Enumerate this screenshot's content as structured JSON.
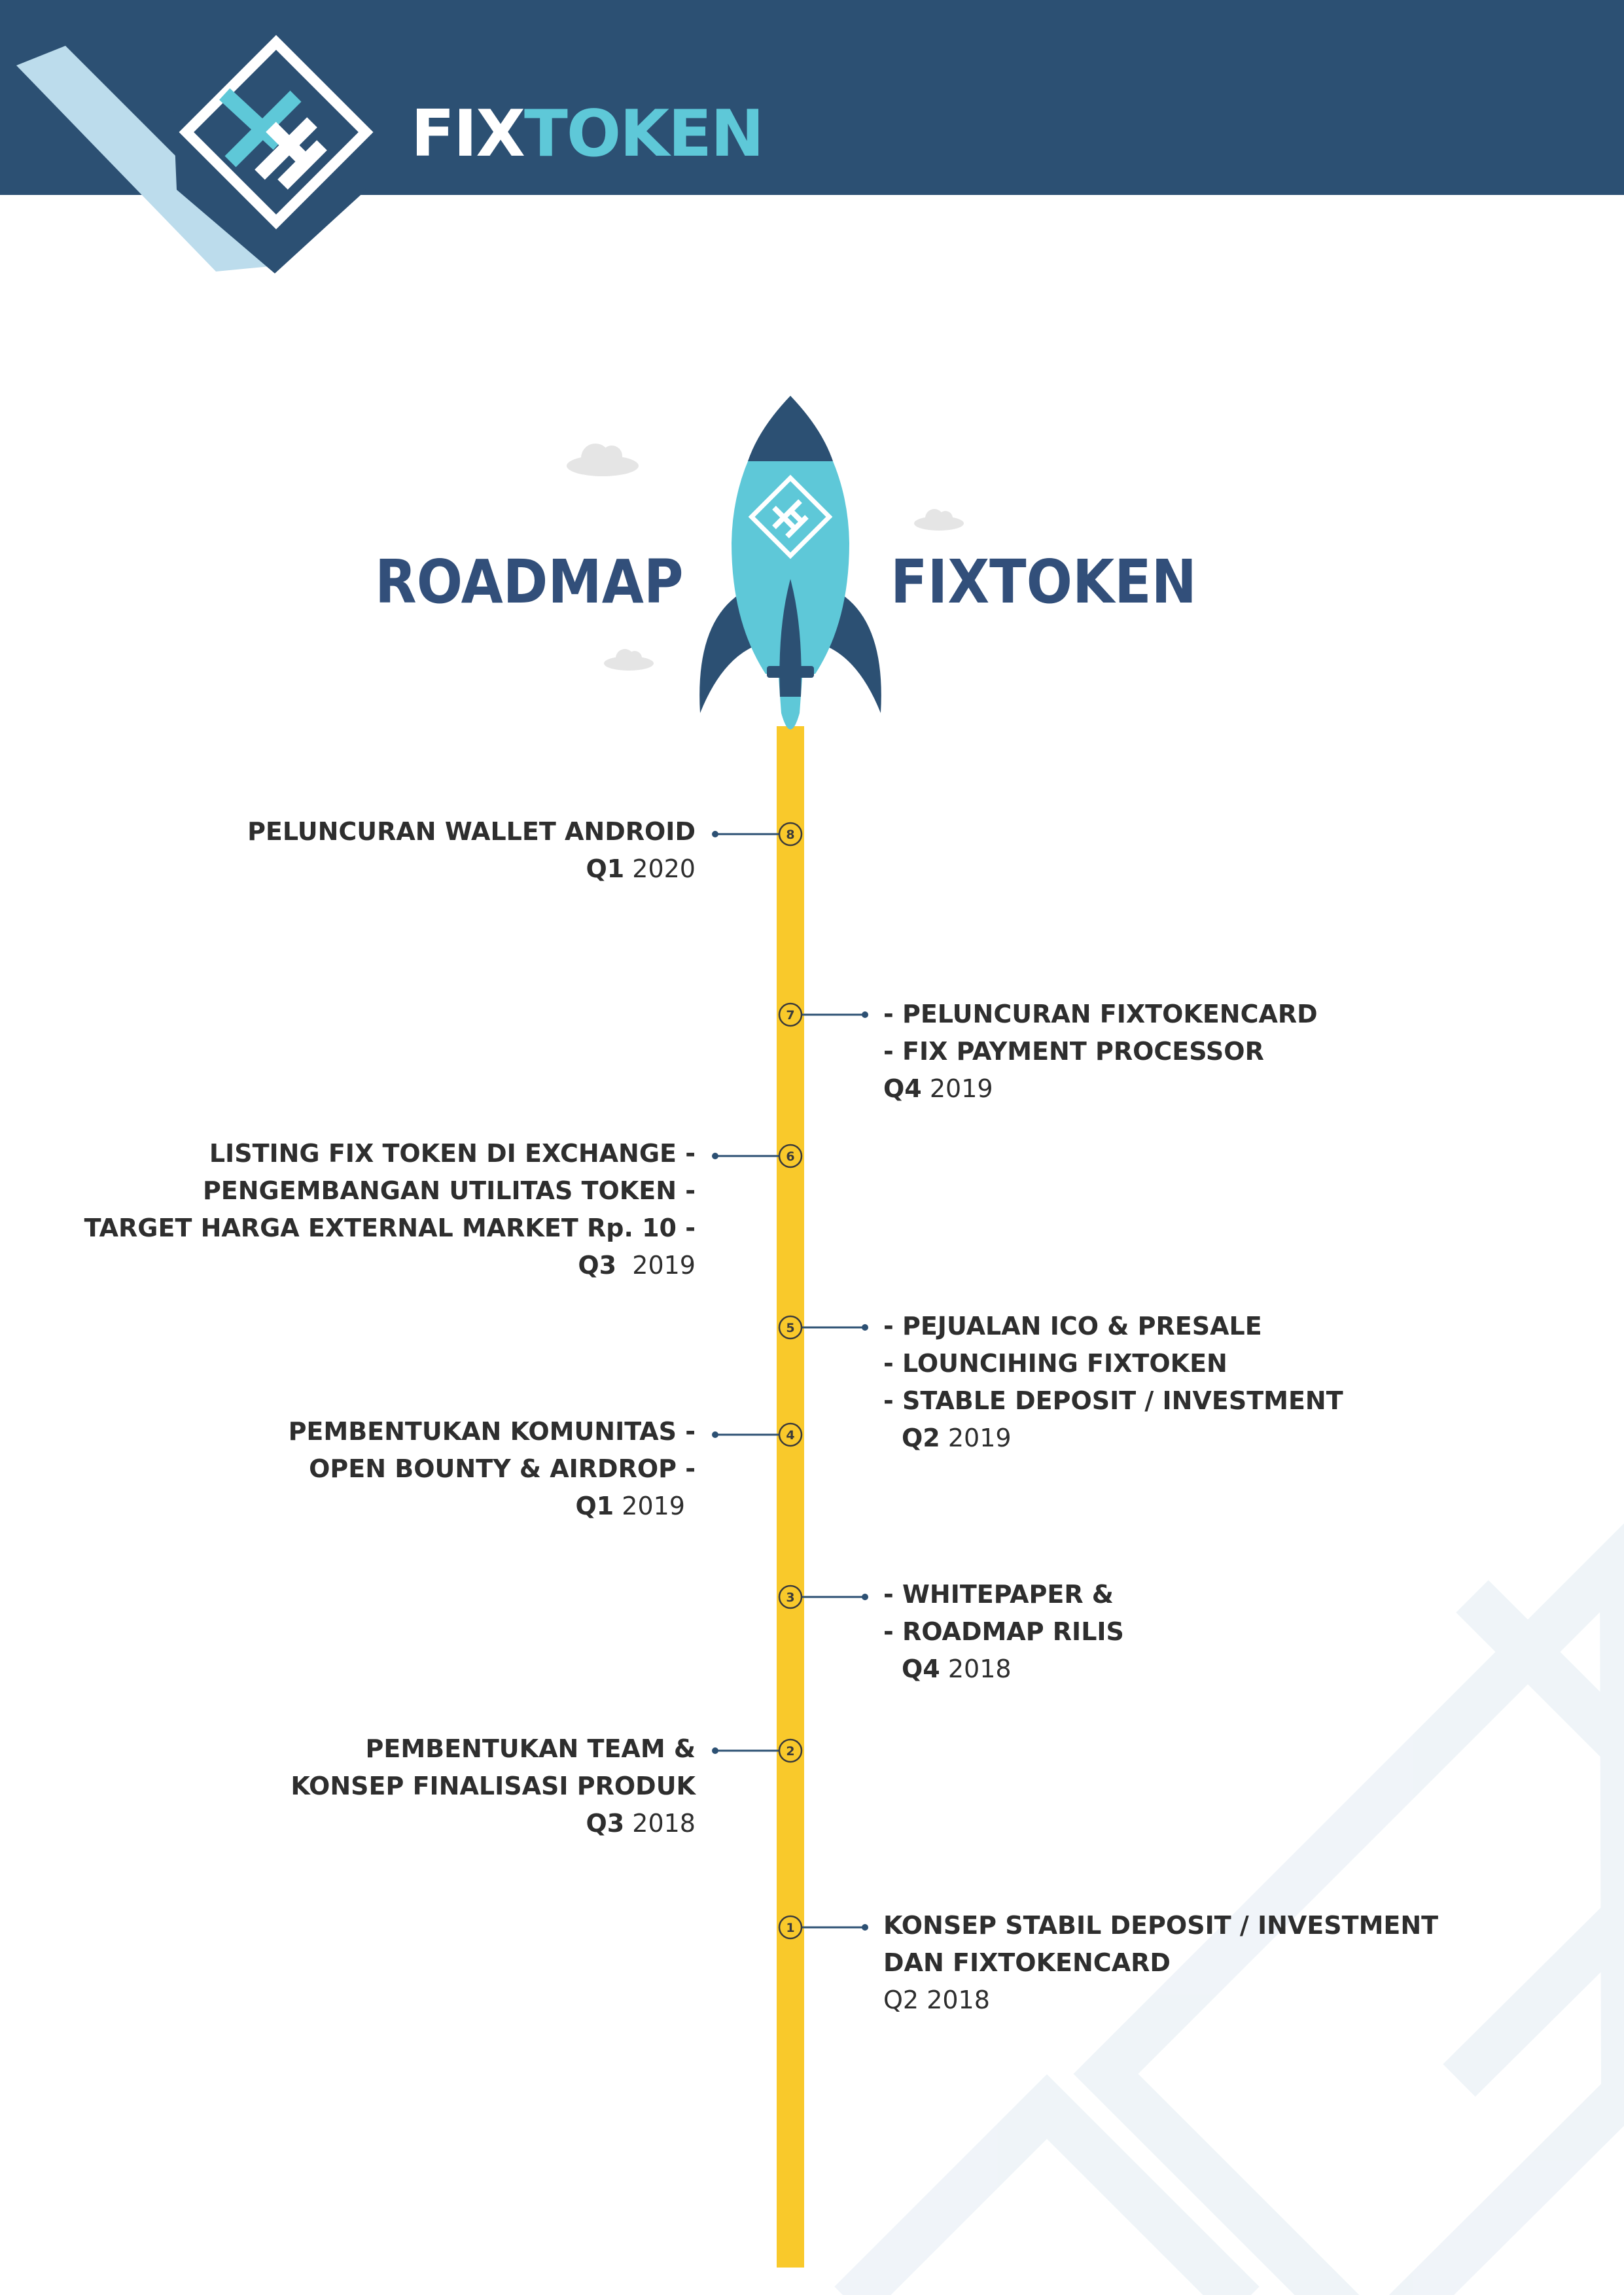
{
  "header": {
    "brand_part1": "FIX",
    "brand_part2": "TOKEN",
    "colors": {
      "navy": "#2c5073",
      "cyan": "#5ec8d8",
      "light_blue": "#bcdcec"
    }
  },
  "title": {
    "left": "ROADMAP",
    "right": "FIXTOKEN"
  },
  "roadmap": [
    {
      "step": "8",
      "side": "left",
      "lines": [
        "PELUNCURAN WALLET ANDROID"
      ],
      "quarter": "Q1",
      "year": "2020"
    },
    {
      "step": "7",
      "side": "right",
      "lines": [
        "- PELUNCURAN FIXTOKENCARD",
        "- FIX PAYMENT PROCESSOR"
      ],
      "quarter": "Q4",
      "year": "2019"
    },
    {
      "step": "6",
      "side": "left",
      "lines": [
        "LISTING FIX TOKEN DI EXCHANGE -",
        "PENGEMBANGAN UTILITAS TOKEN -",
        "TARGET HARGA EXTERNAL MARKET Rp. 10 -"
      ],
      "quarter": "Q3",
      "year": "2019"
    },
    {
      "step": "5",
      "side": "right",
      "lines": [
        "- PEJUALAN ICO & PRESALE",
        "- LOUNCIHING FIXTOKEN",
        "- STABLE DEPOSIT / INVESTMENT"
      ],
      "quarter": "Q2",
      "year": "2019"
    },
    {
      "step": "4",
      "side": "left",
      "lines": [
        "PEMBENTUKAN KOMUNITAS -",
        "OPEN BOUNTY & AIRDROP -"
      ],
      "quarter": "Q1",
      "year": "2019"
    },
    {
      "step": "3",
      "side": "right",
      "lines": [
        "- WHITEPAPER &",
        "- ROADMAP RILIS"
      ],
      "quarter": "Q4",
      "year": "2018"
    },
    {
      "step": "2",
      "side": "left",
      "lines": [
        "PEMBENTUKAN TEAM &",
        "KONSEP FINALISASI PRODUK"
      ],
      "quarter": "Q3",
      "year": "2018"
    },
    {
      "step": "1",
      "side": "right",
      "lines": [
        "KONSEP STABIL DEPOSIT / INVESTMENT",
        "DAN FIXTOKENCARD"
      ],
      "quarter": "Q2",
      "year": "2018"
    }
  ],
  "timeline_color": "#f9c92b",
  "connector_color": "#2c5073"
}
